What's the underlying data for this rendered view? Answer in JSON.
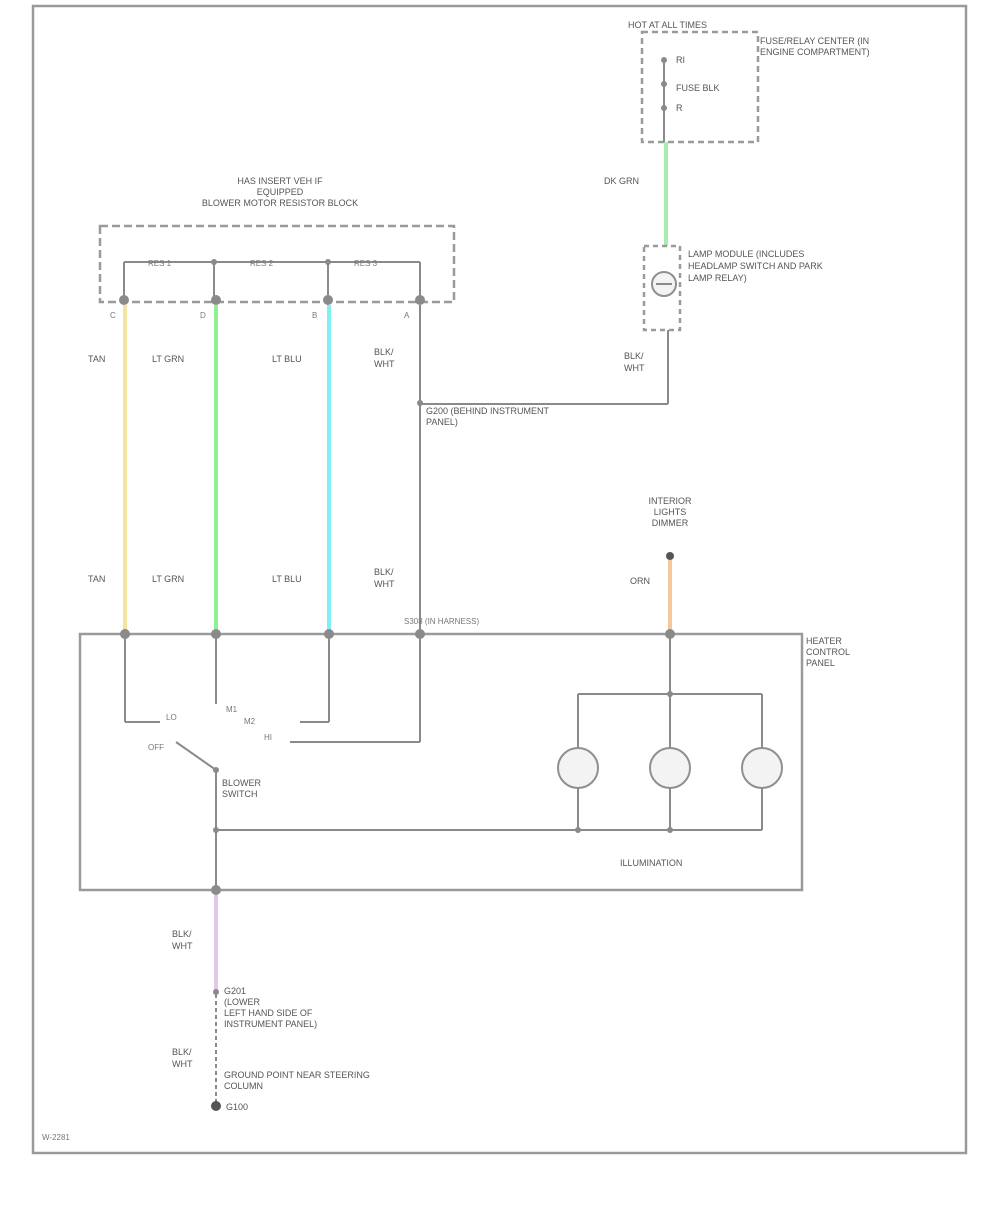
{
  "frame": {
    "code_label": "W-2281"
  },
  "top_connector": {
    "title": "HOT AT ALL TIMES",
    "pins": [
      "RI",
      "FUSE BLK",
      "R"
    ],
    "description": "FUSE/RELAY CENTER (IN ENGINE COMPARTMENT)"
  },
  "top_wire_label": "DK GRN",
  "lamp_switch": {
    "label": "LAMP MODULE (INCLUDES HEADLAMP SWITCH AND PARK LAMP RELAY)",
    "wire_label": "BLK/ WHT"
  },
  "ground_splice": {
    "label": "G200 (BEHIND INSTRUMENT PANEL)"
  },
  "module": {
    "title_lines": [
      "HAS INSERT VEH IF",
      "EQUIPPED",
      "BLOWER MOTOR RESISTOR BLOCK"
    ],
    "resistors": [
      "RES 1",
      "RES 2",
      "RES 3"
    ],
    "pin_labels": [
      "C",
      "D",
      "B",
      "A"
    ]
  },
  "upper_wire_labels": [
    "TAN",
    "LT GRN",
    "LT BLU",
    "BLK/ WHT"
  ],
  "lower_wire_labels": [
    "TAN",
    "LT GRN",
    "LT BLU",
    "BLK/ WHT"
  ],
  "splice_note": "S308 (IN HARNESS)",
  "interior_lights": {
    "label_lines": [
      "INTERIOR",
      "LIGHTS",
      "DIMMER"
    ],
    "wire_label": "ORN"
  },
  "control_head": {
    "label_lines": [
      "HEATER",
      "CONTROL",
      "PANEL"
    ],
    "switch_positions": [
      "LO",
      "M1",
      "M2",
      "HI",
      "OFF"
    ],
    "switch_label_lines": [
      "BLOWER",
      "SWITCH"
    ],
    "illumination_label": "ILLUMINATION"
  },
  "bottom": {
    "wire_label_1": "BLK/ WHT",
    "ground_lines": [
      "G201",
      "(LOWER",
      "LEFT HAND SIDE OF",
      "INSTRUMENT PANEL)"
    ],
    "wire_label_2": "BLK/ WHT",
    "ground_note": "GROUND POINT NEAR STEERING COLUMN",
    "ground_bottom": "G100"
  },
  "colors": {
    "tan": "#f5e3a0",
    "lt_grn": "#8ef08e",
    "lt_blu": "#7ff0f3",
    "dk_grn": "#a9ecb0",
    "orn": "#f5c79a",
    "pink": "#e3c6ea",
    "blk_wht": "#9a9a9a"
  }
}
